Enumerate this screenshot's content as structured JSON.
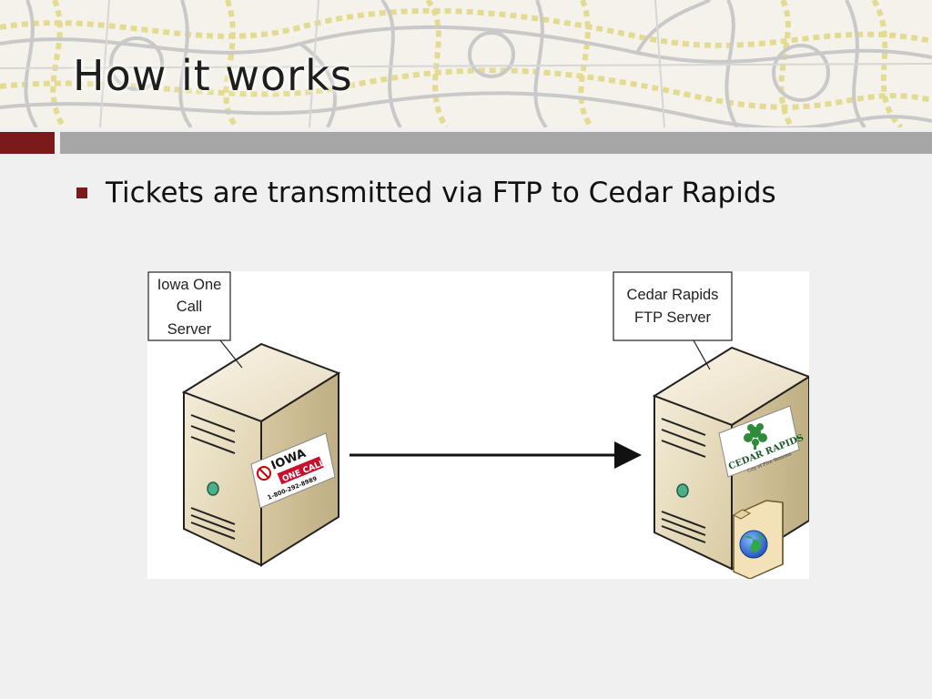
{
  "slide": {
    "title": "How it works",
    "bullets": [
      "Tickets are transmitted via FTP to Cedar Rapids"
    ]
  },
  "diagram": {
    "left_server": {
      "label_lines": [
        "Iowa One",
        "Call",
        "Server"
      ],
      "sticker_lines": [
        "IOWA",
        "ONE CALL",
        "1-800-292-8989"
      ]
    },
    "right_server": {
      "label_lines": [
        "Cedar Rapids",
        "FTP Server"
      ],
      "sticker_lines": [
        "CEDAR RAPIDS",
        "City of Five Seasons"
      ]
    },
    "arrow_direction": "left-to-right"
  },
  "colors": {
    "accent": "#7b1a1a",
    "bar_gray": "#a6a6a6",
    "server_body": "#e8dcc0"
  },
  "icons": [
    "tree-logo-icon",
    "globe-icon",
    "folder-icon",
    "no-dig-icon"
  ]
}
